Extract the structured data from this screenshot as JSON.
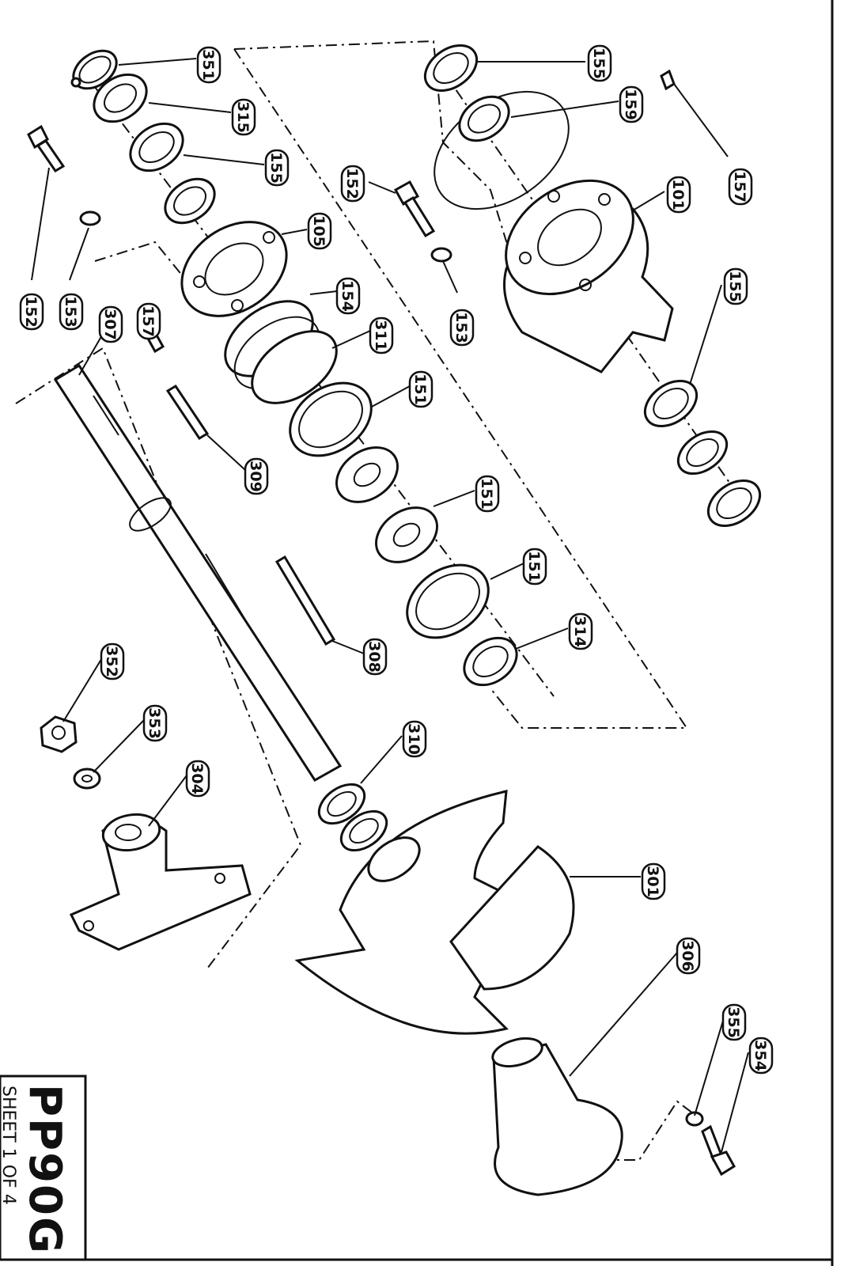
{
  "title_block": {
    "model": "PP90G",
    "sheet": "SHEET 1 OF 4"
  },
  "callouts": [
    {
      "id": "c351",
      "label": "351"
    },
    {
      "id": "c315",
      "label": "315"
    },
    {
      "id": "c155a",
      "label": "155"
    },
    {
      "id": "c105",
      "label": "105"
    },
    {
      "id": "c154",
      "label": "154"
    },
    {
      "id": "c311",
      "label": "311"
    },
    {
      "id": "c151a",
      "label": "151"
    },
    {
      "id": "c151b",
      "label": "151"
    },
    {
      "id": "c151c",
      "label": "151"
    },
    {
      "id": "c314",
      "label": "314"
    },
    {
      "id": "c309",
      "label": "309"
    },
    {
      "id": "c308",
      "label": "308"
    },
    {
      "id": "c310",
      "label": "310"
    },
    {
      "id": "c301",
      "label": "301"
    },
    {
      "id": "c306",
      "label": "306"
    },
    {
      "id": "c355",
      "label": "355"
    },
    {
      "id": "c354",
      "label": "354"
    },
    {
      "id": "c352",
      "label": "352"
    },
    {
      "id": "c353",
      "label": "353"
    },
    {
      "id": "c304",
      "label": "304"
    },
    {
      "id": "c307",
      "label": "307"
    },
    {
      "id": "c157a",
      "label": "157"
    },
    {
      "id": "c152a",
      "label": "152"
    },
    {
      "id": "c153a",
      "label": "153"
    },
    {
      "id": "c155b",
      "label": "155"
    },
    {
      "id": "c159",
      "label": "159"
    },
    {
      "id": "c152b",
      "label": "152"
    },
    {
      "id": "c101",
      "label": "101"
    },
    {
      "id": "c157b",
      "label": "157"
    },
    {
      "id": "c153b",
      "label": "153"
    },
    {
      "id": "c155c",
      "label": "155"
    }
  ]
}
